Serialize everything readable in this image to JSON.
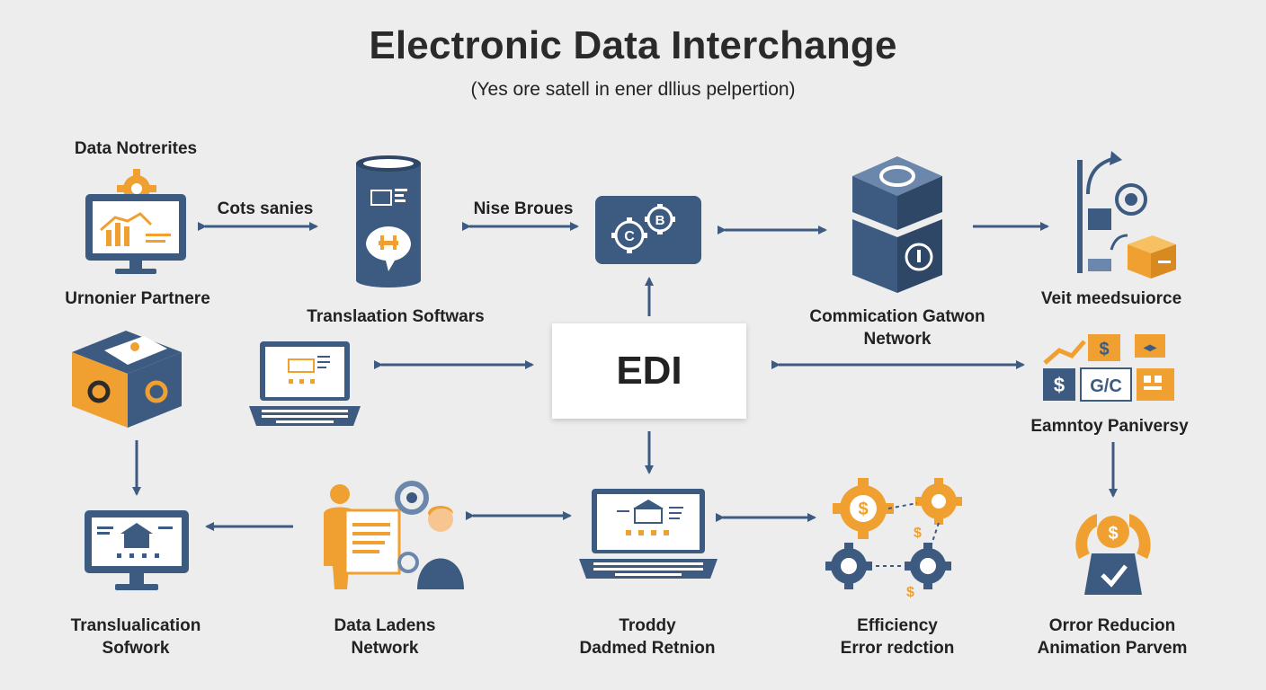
{
  "title": "Electronic Data Interchange",
  "subtitle": "(Yes ore satell in ener dllius pelpertion)",
  "center_label": "EDI",
  "labels": {
    "data_notrerites": "Data Notrerites",
    "cots_sanies": "Cots sanies",
    "nise_broues": "Nise Broues",
    "urnonier_partnere": "Urnonier Partnere",
    "translation_softwars": "Translaation Softwars",
    "communication_line1": "Commication Gatwon",
    "communication_line2": "Network",
    "veit_meedsuiorce": "Veit meedsuiorce",
    "eamntoy_paniversy": "Eamntoy Paniversy",
    "translualication_line1": "Translualication",
    "translualication_line2": "Sofwork",
    "data_ladens_line1": "Data Ladens",
    "data_ladens_line2": "Network",
    "troddy_line1": "Troddy",
    "troddy_line2": "Dadmed Retnion",
    "efficiency_line1": "Efficiency",
    "efficiency_line2": "Error redction",
    "orror_line1": "Orror Reducion",
    "orror_line2": "Animation Parvem"
  },
  "icon_text": {
    "euro_gear_top": "B",
    "c_gear_top": "C",
    "dollar": "$",
    "gc": "G/C"
  },
  "colors": {
    "navy": "#3d5a80",
    "orange": "#f0a030",
    "dark": "#2b2b2b",
    "background": "#ededed"
  }
}
